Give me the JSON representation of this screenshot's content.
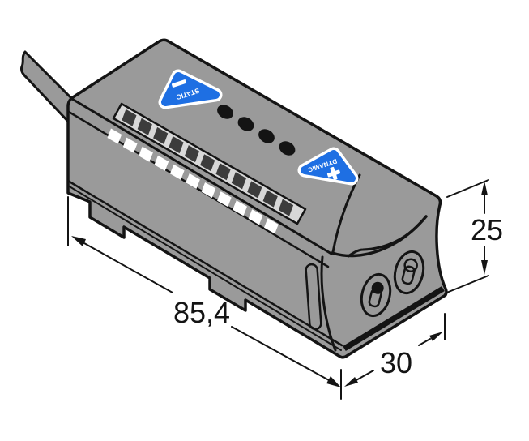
{
  "drawing": {
    "title": "Fiber optic amplifier - dimensional drawing",
    "dimensions": {
      "length_label": "85,4",
      "width_label": "30",
      "height_label": "25"
    },
    "buttons": {
      "static": {
        "label": "STATIC",
        "symbol": "minus"
      },
      "dynamic": {
        "label": "DYNAMIC",
        "symbol": "plus"
      }
    },
    "display": {
      "bargraph_segment_count": 11,
      "scale_dash_count": 11,
      "led_count": 4
    },
    "colors": {
      "body": "#9a9a9a",
      "outline": "#141414",
      "button_blue": "#1e6fe3",
      "bargraph_background": "#d8d8d8",
      "bargraph_segment": "#3c3c3c",
      "background": "#ffffff"
    }
  }
}
